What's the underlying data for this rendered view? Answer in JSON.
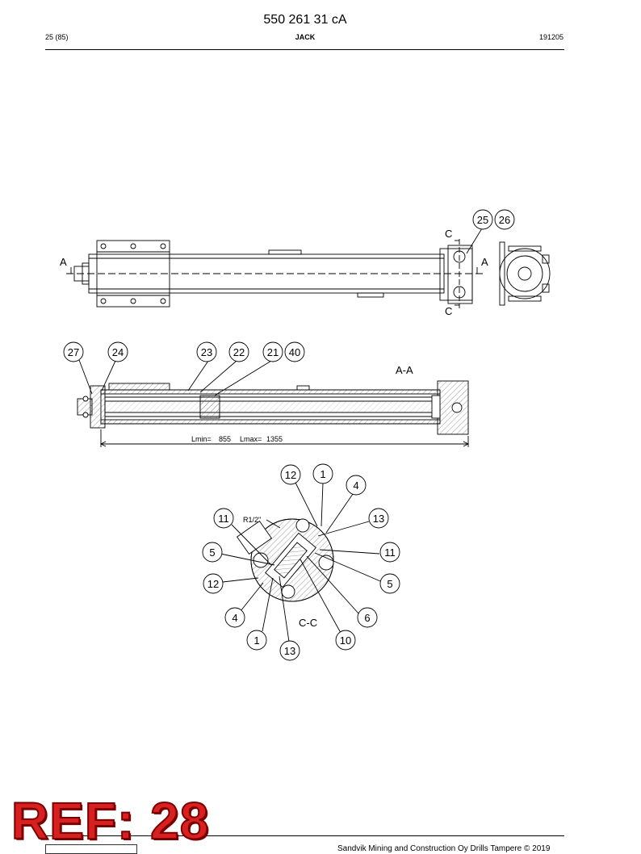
{
  "header": {
    "doc_number": "550 261 31 cA",
    "page": "25 (85)",
    "title": "JACK",
    "date": "191205"
  },
  "drawing": {
    "top_view": {
      "section_label_a": "A",
      "section_label_c": "C",
      "balloons": [
        "25",
        "26"
      ]
    },
    "section_aa": {
      "title": "A-A",
      "balloons": [
        "27",
        "24",
        "23",
        "22",
        "21",
        "40"
      ],
      "lmin_label": "Lmin=",
      "lmin_value": "855",
      "lmax_label": "Lmax=",
      "lmax_value": "1355"
    },
    "section_cc": {
      "title": "C-C",
      "thread_label": "R1/2\"",
      "balloons": [
        "12",
        "1",
        "4",
        "11",
        "13",
        "5",
        "11",
        "12",
        "5",
        "4",
        "6",
        "1",
        "10",
        "13"
      ]
    }
  },
  "stamp": {
    "text": "REF: 28"
  },
  "footer": {
    "copyright": "Sandvik Mining and Construction Oy Drills Tampere © 2019"
  }
}
